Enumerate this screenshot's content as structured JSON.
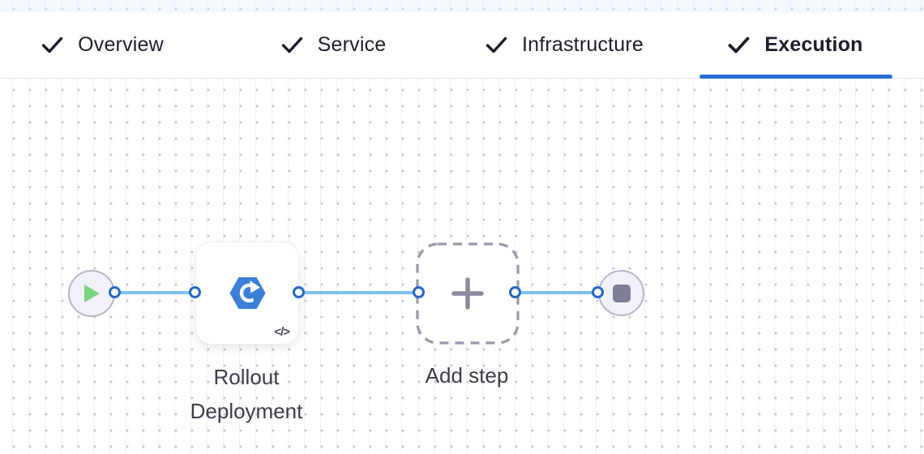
{
  "nav": {
    "tabs": [
      {
        "label": "Overview",
        "completed": true,
        "active": false
      },
      {
        "label": "Service",
        "completed": true,
        "active": false
      },
      {
        "label": "Infrastructure",
        "completed": true,
        "active": false
      },
      {
        "label": "Execution",
        "completed": true,
        "active": true
      }
    ]
  },
  "pipeline": {
    "start_node": {
      "icon": "play-icon"
    },
    "rollout_step": {
      "label": "Rollout Deployment",
      "icon": "rollout-deployment-icon",
      "badge": "</>"
    },
    "add_step": {
      "label": "Add step",
      "icon": "plus-icon"
    },
    "end_node": {
      "icon": "stop-icon"
    }
  },
  "colors": {
    "active_tab_underline": "#2c6fd2",
    "edge_blue": "#7cc4ef",
    "connector_blue": "#2569c4",
    "step_icon_blue": "#3b7fd6",
    "play_green": "#7ed383",
    "stop_gray": "#7d7f96",
    "tab_text": "#1d1e2c",
    "label_text": "#3b3d4a"
  }
}
